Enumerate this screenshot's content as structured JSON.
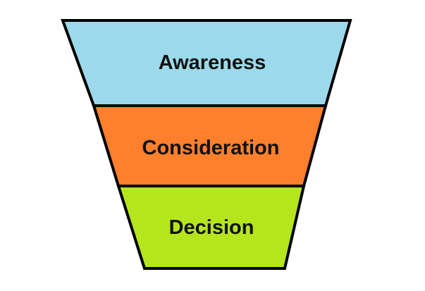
{
  "funnel": {
    "stages": [
      {
        "label": "Awareness",
        "color": "#9cd9ea"
      },
      {
        "label": "Consideration",
        "color": "#fe7f2c"
      },
      {
        "label": "Decision",
        "color": "#b5e61d"
      }
    ],
    "outline_color": "#000000"
  }
}
